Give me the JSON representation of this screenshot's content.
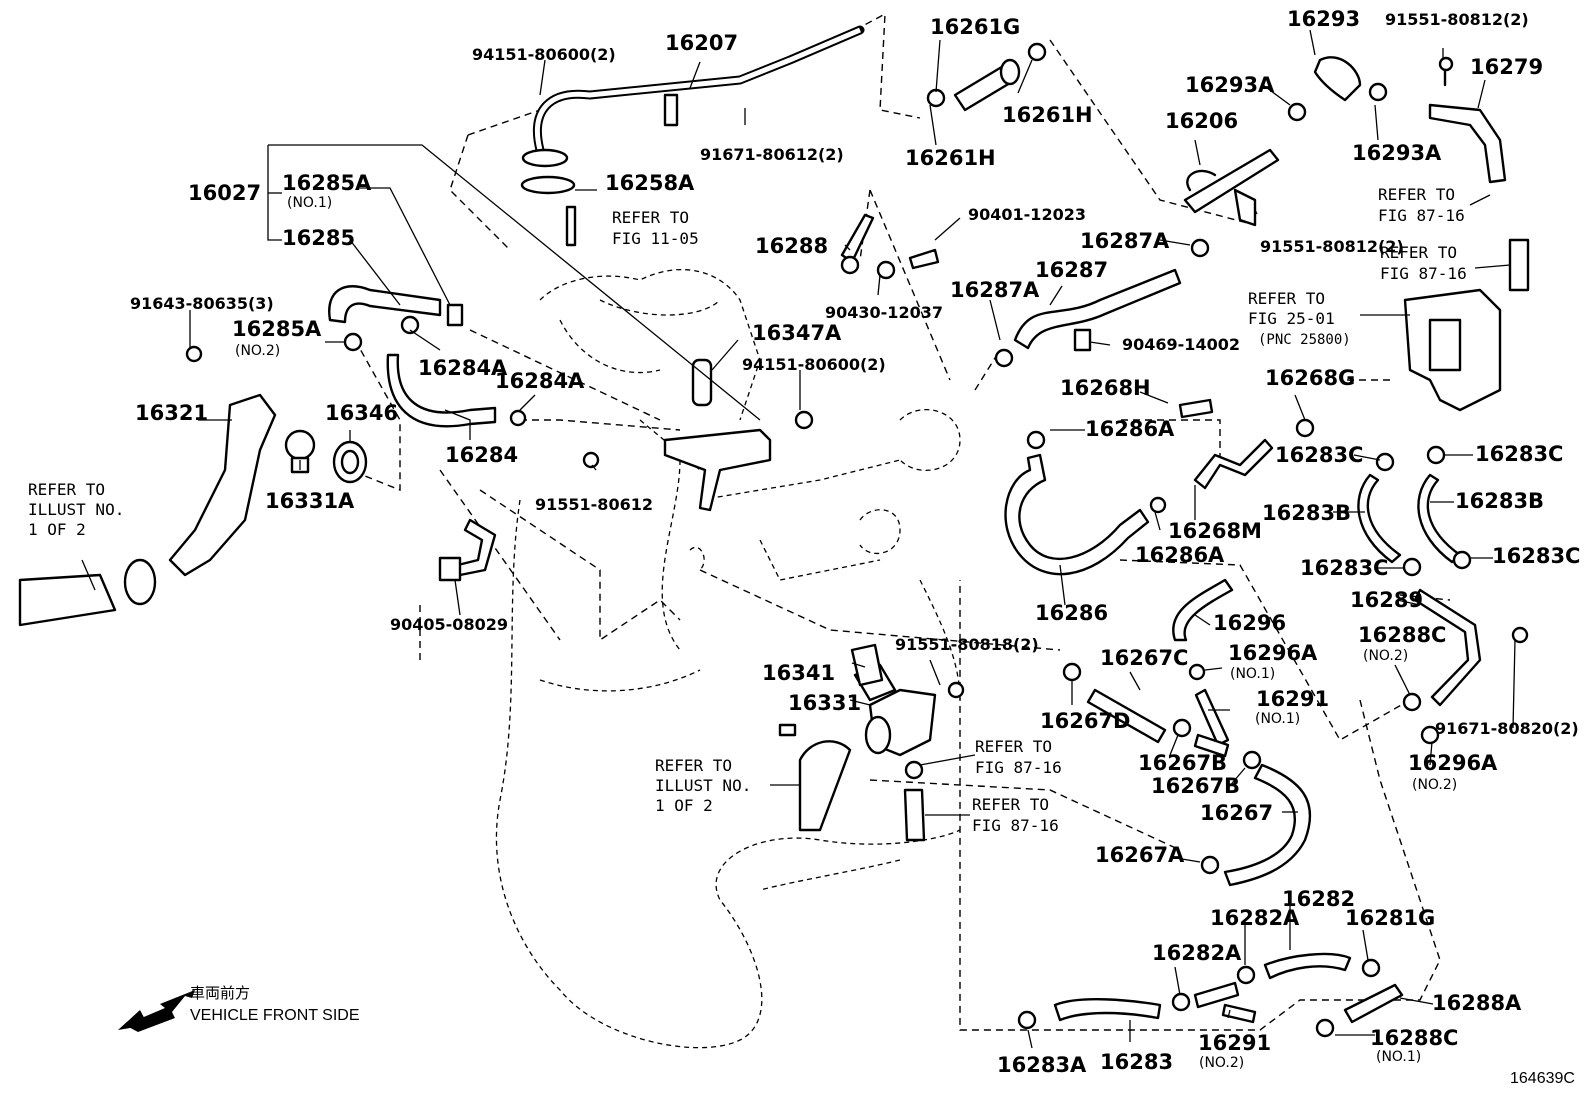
{
  "figure_code": "164639C",
  "legend": {
    "front_jp": "車両前方",
    "front_en": "VEHICLE FRONT SIDE"
  },
  "notes": {
    "fig_11_05": [
      "REFER TO",
      "FIG 11-05"
    ],
    "fig_87_16_a": [
      "REFER TO",
      "FIG 87-16"
    ],
    "fig_87_16_b": [
      "REFER TO",
      "FIG 87-16"
    ],
    "fig_25_01": [
      "REFER TO",
      "FIG 25-01",
      "(PNC 25800)"
    ],
    "illust_upper": [
      "REFER TO",
      "ILLUST NO.",
      "1 OF 2"
    ],
    "illust_lower": [
      "REFER TO",
      "ILLUST NO.",
      "1 OF 2"
    ],
    "fig_87_16_c": [
      "REFER TO",
      "FIG 87-16"
    ],
    "fig_87_16_d": [
      "REFER TO",
      "FIG 87-16"
    ]
  },
  "labels": [
    {
      "text": "94151-80600(2)",
      "size": "sm"
    },
    {
      "text": "16207",
      "size": "pn"
    },
    {
      "text": "91671-80612(2)",
      "size": "sm"
    },
    {
      "text": "16258A",
      "size": "pn"
    },
    {
      "text": "16027",
      "size": "pn"
    },
    {
      "text": "16285A",
      "size": "pn"
    },
    {
      "text": "(NO.1)",
      "size": "tiny"
    },
    {
      "text": "16285",
      "size": "pn"
    },
    {
      "text": "91643-80635(3)",
      "size": "sm"
    },
    {
      "text": "16285A",
      "size": "pn"
    },
    {
      "text": "(NO.2)",
      "size": "tiny"
    },
    {
      "text": "16284A",
      "size": "pn"
    },
    {
      "text": "16284A",
      "size": "pn"
    },
    {
      "text": "16347A",
      "size": "pn"
    },
    {
      "text": "94151-80600(2)",
      "size": "sm"
    },
    {
      "text": "16346",
      "size": "pn"
    },
    {
      "text": "16321",
      "size": "pn"
    },
    {
      "text": "16284",
      "size": "pn"
    },
    {
      "text": "16331A",
      "size": "pn"
    },
    {
      "text": "91551-80612",
      "size": "sm"
    },
    {
      "text": "90405-08029",
      "size": "sm"
    },
    {
      "text": "16261G",
      "size": "pn"
    },
    {
      "text": "16261H",
      "size": "pn"
    },
    {
      "text": "16261H",
      "size": "pn"
    },
    {
      "text": "16293",
      "size": "pn"
    },
    {
      "text": "91551-80812(2)",
      "size": "sm"
    },
    {
      "text": "16279",
      "size": "pn"
    },
    {
      "text": "16293A",
      "size": "pn"
    },
    {
      "text": "16206",
      "size": "pn"
    },
    {
      "text": "16293A",
      "size": "pn"
    },
    {
      "text": "16288",
      "size": "pn"
    },
    {
      "text": "90401-12023",
      "size": "sm"
    },
    {
      "text": "16287A",
      "size": "pn"
    },
    {
      "text": "91551-80812(2)",
      "size": "sm"
    },
    {
      "text": "16287",
      "size": "pn"
    },
    {
      "text": "16287A",
      "size": "pn"
    },
    {
      "text": "90430-12037",
      "size": "sm"
    },
    {
      "text": "90469-14002",
      "size": "sm"
    },
    {
      "text": "16268H",
      "size": "pn"
    },
    {
      "text": "16268G",
      "size": "pn"
    },
    {
      "text": "16286A",
      "size": "pn"
    },
    {
      "text": "16283C",
      "size": "pn"
    },
    {
      "text": "16283C",
      "size": "pn"
    },
    {
      "text": "16283B",
      "size": "pn"
    },
    {
      "text": "16283B",
      "size": "pn"
    },
    {
      "text": "16286A",
      "size": "pn"
    },
    {
      "text": "16268M",
      "size": "pn"
    },
    {
      "text": "16283C",
      "size": "pn"
    },
    {
      "text": "16283C",
      "size": "pn"
    },
    {
      "text": "16289",
      "size": "pn"
    },
    {
      "text": "16286",
      "size": "pn"
    },
    {
      "text": "16296",
      "size": "pn"
    },
    {
      "text": "16288C",
      "size": "pn"
    },
    {
      "text": "(NO.2)",
      "size": "tiny"
    },
    {
      "text": "91551-80818(2)",
      "size": "sm"
    },
    {
      "text": "16341",
      "size": "pn"
    },
    {
      "text": "16267C",
      "size": "pn"
    },
    {
      "text": "16296A",
      "size": "pn"
    },
    {
      "text": "(NO.1)",
      "size": "tiny"
    },
    {
      "text": "16331",
      "size": "pn"
    },
    {
      "text": "16291",
      "size": "pn"
    },
    {
      "text": "(NO.1)",
      "size": "tiny"
    },
    {
      "text": "16267D",
      "size": "pn"
    },
    {
      "text": "91671-80820(2)",
      "size": "sm"
    },
    {
      "text": "16267B",
      "size": "pn"
    },
    {
      "text": "16267B",
      "size": "pn"
    },
    {
      "text": "16296A",
      "size": "pn"
    },
    {
      "text": "(NO.2)",
      "size": "tiny"
    },
    {
      "text": "16267",
      "size": "pn"
    },
    {
      "text": "16267A",
      "size": "pn"
    },
    {
      "text": "16282",
      "size": "pn"
    },
    {
      "text": "16282A",
      "size": "pn"
    },
    {
      "text": "16281G",
      "size": "pn"
    },
    {
      "text": "16282A",
      "size": "pn"
    },
    {
      "text": "16288A",
      "size": "pn"
    },
    {
      "text": "16291",
      "size": "pn"
    },
    {
      "text": "(NO.2)",
      "size": "tiny"
    },
    {
      "text": "16288C",
      "size": "pn"
    },
    {
      "text": "(NO.1)",
      "size": "tiny"
    },
    {
      "text": "16283A",
      "size": "pn"
    },
    {
      "text": "16283",
      "size": "pn"
    }
  ]
}
